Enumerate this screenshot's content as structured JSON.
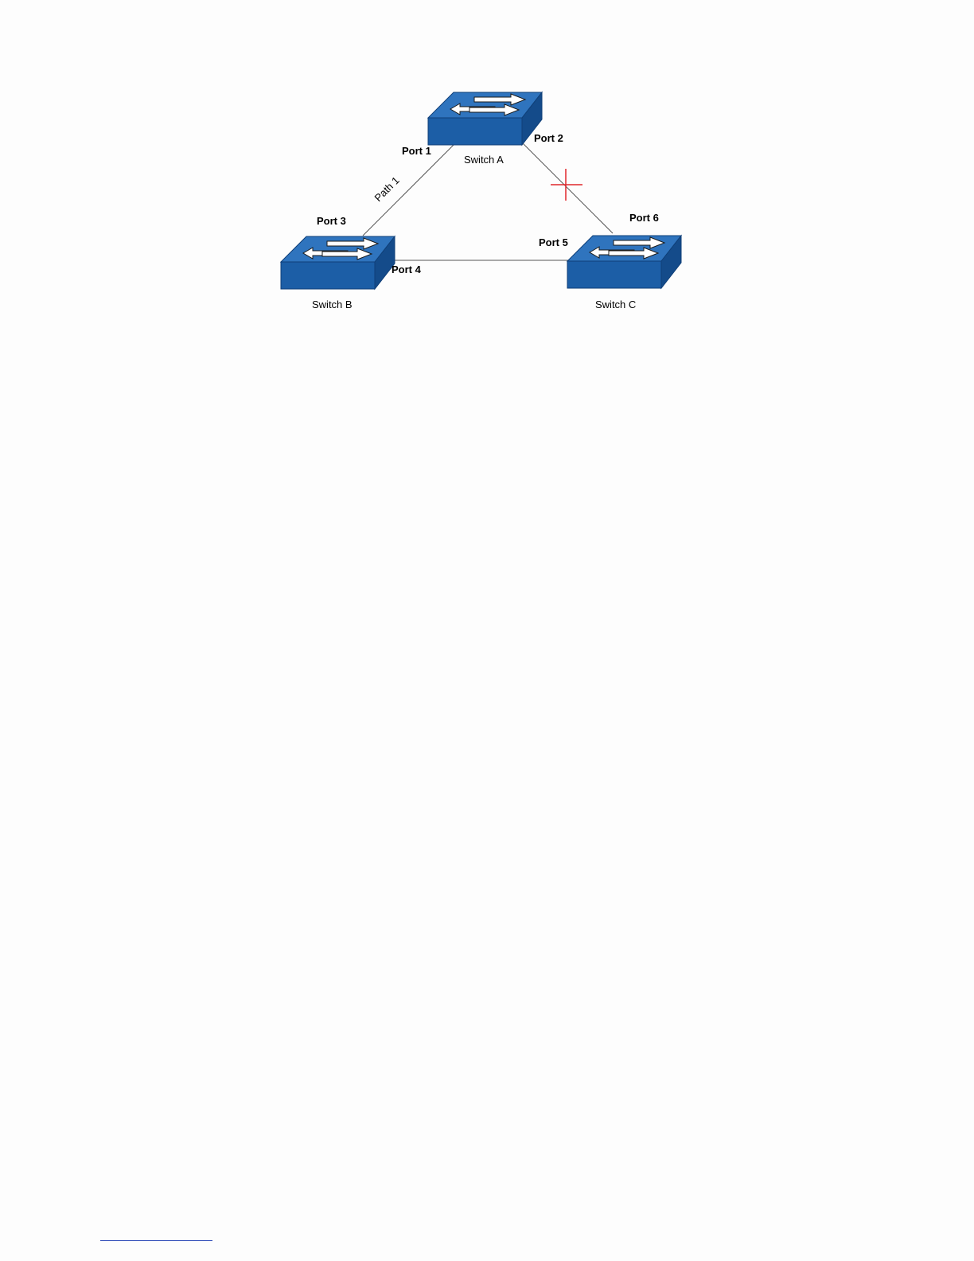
{
  "diagram": {
    "switches": [
      {
        "id": "A",
        "label": "Switch A"
      },
      {
        "id": "B",
        "label": "Switch B"
      },
      {
        "id": "C",
        "label": "Switch C"
      }
    ],
    "ports": [
      {
        "id": "port-1",
        "label": "Port 1"
      },
      {
        "id": "port-2",
        "label": "Port 2"
      },
      {
        "id": "port-3",
        "label": "Port 3"
      },
      {
        "id": "port-4",
        "label": "Port 4"
      },
      {
        "id": "port-5",
        "label": "Port 5"
      },
      {
        "id": "port-6",
        "label": "Port 6"
      }
    ],
    "links": [
      {
        "from": "Switch A",
        "to": "Switch B",
        "via": "Port 1 - Port 3",
        "label": "Path 1",
        "blocked": false
      },
      {
        "from": "Switch A",
        "to": "Switch C",
        "via": "Port 2 - Port 6",
        "label": "",
        "blocked": true
      },
      {
        "from": "Switch B",
        "to": "Switch C",
        "via": "Port 4 - Port 5",
        "label": "",
        "blocked": false
      }
    ],
    "colors": {
      "switch_top": "#2f74be",
      "switch_front": "#1c5ea6",
      "switch_side": "#144b8a",
      "link": "#555555",
      "blocked_marker": "#e0262b"
    }
  }
}
